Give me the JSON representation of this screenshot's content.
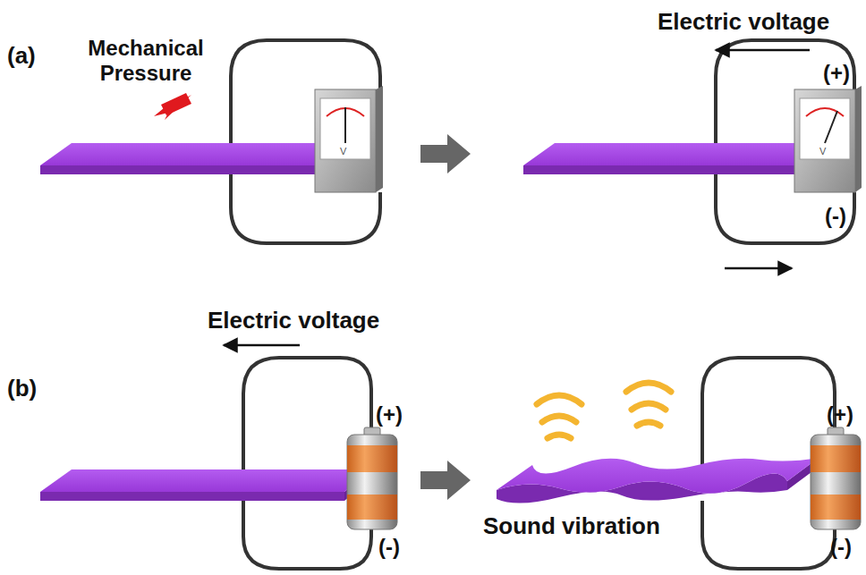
{
  "diagram": {
    "labels": [
      "(a)",
      "Mechanical Pressure",
      "V",
      "Electric voltage",
      "(+)",
      "V",
      "(-)",
      "Electric voltage",
      "(b)",
      "(+)",
      "(-)",
      "Sound vibration",
      "(+)",
      "(-)"
    ]
  }
}
